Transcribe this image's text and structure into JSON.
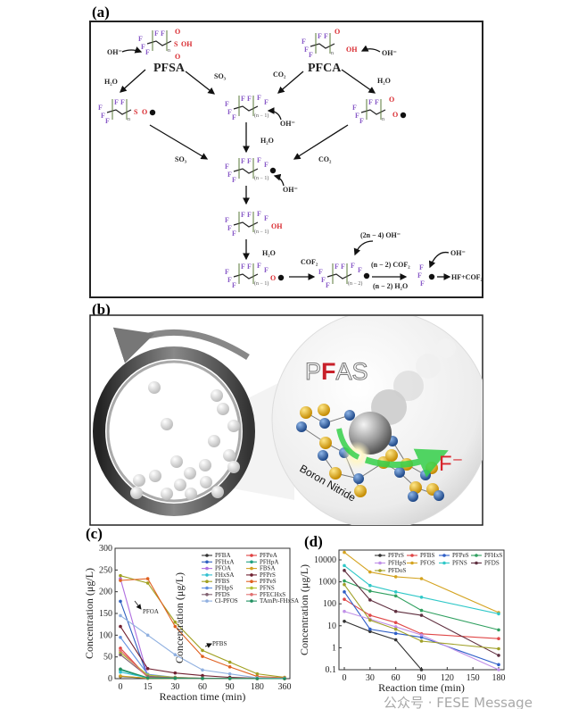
{
  "panel_a": {
    "label": "(a)",
    "atoms": {
      "F": "F",
      "S": "S",
      "O": "O",
      "OH": "OH",
      "charge": "−"
    },
    "PFSA": "PFSA",
    "PFCA": "PFCA",
    "OH_minus": "OH⁻",
    "H2O": "H₂O",
    "SO3": "SO₃",
    "CO2": "CO₂",
    "COF2": "COF₂",
    "n_minus_1": "(n − 1)",
    "n_minus_2": "(n − 2)",
    "n": "n",
    "two_n_minus_4_OH": "(2n − 4) OH⁻",
    "n_minus_2_COF2": "(n − 2) COF₂",
    "n_minus_2_H2O": "(n − 2) H₂O",
    "products": "HF+COF₂"
  },
  "panel_b": {
    "label": "(b)",
    "pfas_P": "P",
    "pfas_F": "F",
    "pfas_AS": "AS",
    "fluoride": "F⁻",
    "material": "Boron Nitride",
    "colors": {
      "boron": "#e0a81c",
      "nitrogen": "#2d62a8",
      "arrow": "#35d04a",
      "fluoride": "#d8262c"
    }
  },
  "chart_data": [
    {
      "panel": "(c)",
      "type": "line",
      "xlabel": "Reaction time (min)",
      "ylabel": "Concentration (μg/L)",
      "ylabel_overlay": "Concentration (μg/L)",
      "categories": [
        "0",
        "15",
        "30",
        "60",
        "90",
        "180",
        "360"
      ],
      "yticks": [
        "0",
        "50",
        "100",
        "150",
        "200",
        "250",
        "300"
      ],
      "ylim": [
        0,
        300
      ],
      "legend_position": "top-right",
      "annotations": [
        "PFOA",
        "PFBS"
      ],
      "series": [
        {
          "name": "PFBA",
          "color": "#333333",
          "values": [
            5,
            1,
            0.5,
            0.3,
            0.2,
            0.1,
            0
          ]
        },
        {
          "name": "PFPeA",
          "color": "#e04040",
          "values": [
            70,
            3,
            1,
            0.5,
            0.3,
            0.2,
            0
          ]
        },
        {
          "name": "PFHxA",
          "color": "#3060c0",
          "values": [
            178,
            4,
            1,
            0.5,
            0.3,
            0.2,
            0
          ]
        },
        {
          "name": "PFHpA",
          "color": "#20a080",
          "values": [
            20,
            1,
            0.5,
            0.3,
            0.2,
            0.1,
            0
          ]
        },
        {
          "name": "PFOA",
          "color": "#b070e0",
          "values": [
            230,
            6,
            1,
            0.5,
            0.3,
            0.2,
            0
          ]
        },
        {
          "name": "FBSA",
          "color": "#d0a020",
          "values": [
            6,
            1,
            0.5,
            0.3,
            0.2,
            0.1,
            0
          ]
        },
        {
          "name": "FHxSA",
          "color": "#30c0d0",
          "values": [
            15,
            2,
            1,
            0.5,
            0.3,
            0.2,
            0
          ]
        },
        {
          "name": "PFPrS",
          "color": "#702030",
          "values": [
            120,
            23,
            13,
            7,
            3,
            1,
            0
          ]
        },
        {
          "name": "PFBS",
          "color": "#a0a020",
          "values": [
            237,
            220,
            130,
            65,
            38,
            11,
            3
          ]
        },
        {
          "name": "PFPeS",
          "color": "#e06020",
          "values": [
            226,
            230,
            120,
            51,
            27,
            5,
            2
          ]
        },
        {
          "name": "PFHpS",
          "color": "#6090e0",
          "values": [
            95,
            10,
            3,
            1,
            0.5,
            0.2,
            0
          ]
        },
        {
          "name": "PFNS",
          "color": "#b0c030",
          "values": [
            60,
            8,
            3,
            1,
            0.5,
            0.2,
            0
          ]
        },
        {
          "name": "PFDS",
          "color": "#806070",
          "values": [
            55,
            5,
            2,
            1,
            0.5,
            0.2,
            0
          ]
        },
        {
          "name": "PFECHxS",
          "color": "#e07070",
          "values": [
            65,
            3,
            1,
            0.5,
            0.3,
            0.2,
            0
          ]
        },
        {
          "name": "Cl-PFOS",
          "color": "#90b0e0",
          "values": [
            145,
            100,
            55,
            20,
            11,
            2,
            1
          ]
        },
        {
          "name": "TAmPr-FHxSA",
          "color": "#209060",
          "values": [
            22,
            2,
            1,
            0.5,
            0.3,
            0.2,
            0
          ]
        }
      ]
    },
    {
      "panel": "(d)",
      "type": "line",
      "yscale": "log",
      "xlabel": "Reaction time (min)",
      "ylabel": "Concentration (μg/L)",
      "x": [
        0,
        30,
        60,
        90,
        180
      ],
      "xticks": [
        "0",
        "30",
        "60",
        "90",
        "120",
        "150",
        "180"
      ],
      "xlim": [
        0,
        180
      ],
      "yticks": [
        "0.1",
        "1",
        "10",
        "100",
        "1000",
        "10000"
      ],
      "ylim": [
        0.1,
        28000
      ],
      "legend_position": "top",
      "series": [
        {
          "name": "PFPrS",
          "color": "#333333",
          "values": [
            16,
            5.5,
            2.3,
            0.1,
            null
          ]
        },
        {
          "name": "PFBS",
          "color": "#e04848",
          "values": [
            160,
            30,
            14,
            4.3,
            2.6
          ]
        },
        {
          "name": "PFPeS",
          "color": "#2f5fc8",
          "values": [
            350,
            7,
            4.5,
            3,
            0.17
          ]
        },
        {
          "name": "PFHxS",
          "color": "#30a060",
          "values": [
            1100,
            380,
            230,
            50,
            6.5
          ]
        },
        {
          "name": "PFHpS",
          "color": "#c090e8",
          "values": [
            45,
            20,
            9,
            3.8,
            0.1
          ]
        },
        {
          "name": "PFOS",
          "color": "#d4a320",
          "values": [
            22000,
            2800,
            1700,
            1400,
            40
          ]
        },
        {
          "name": "PFNS",
          "color": "#30c8c8",
          "values": [
            5500,
            680,
            350,
            200,
            35
          ]
        },
        {
          "name": "PFDS",
          "color": "#603040",
          "values": [
            3300,
            150,
            45,
            30,
            0.45
          ]
        },
        {
          "name": "PFDoS",
          "color": "#a0a028",
          "values": [
            750,
            18,
            7,
            2,
            0.9
          ]
        }
      ]
    }
  ],
  "panel_c": {
    "label": "(c)"
  },
  "panel_d": {
    "label": "(d)"
  },
  "watermark": "公众号 · FESE Message"
}
